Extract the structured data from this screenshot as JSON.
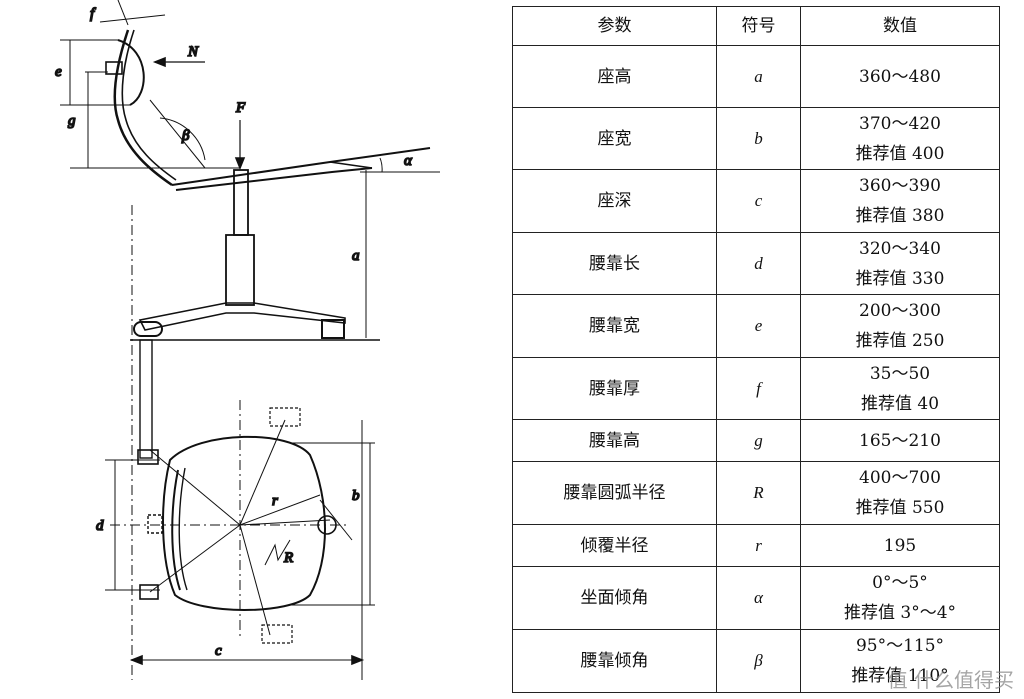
{
  "diagram": {
    "labels": {
      "f": "f",
      "e": "e",
      "N": "N",
      "g": "g",
      "beta": "β",
      "F": "F",
      "alpha": "α",
      "a": "a",
      "d": "d",
      "r": "r",
      "R": "R",
      "b": "b",
      "c": "c"
    }
  },
  "table": {
    "headers": [
      "参数",
      "符号",
      "数值"
    ],
    "rows": [
      {
        "param": "座高",
        "symbol": "a",
        "value": [
          "360～480"
        ]
      },
      {
        "param": "座宽",
        "symbol": "b",
        "value": [
          "370～420",
          "推荐值 400"
        ]
      },
      {
        "param": "座深",
        "symbol": "c",
        "value": [
          "360～390",
          "推荐值 380"
        ]
      },
      {
        "param": "腰靠长",
        "symbol": "d",
        "value": [
          "320～340",
          "推荐值 330"
        ]
      },
      {
        "param": "腰靠宽",
        "symbol": "e",
        "value": [
          "200～300",
          "推荐值 250"
        ]
      },
      {
        "param": "腰靠厚",
        "symbol": "f",
        "value": [
          "35～50",
          "推荐值 40"
        ]
      },
      {
        "param": "腰靠高",
        "symbol": "g",
        "value": [
          "165～210"
        ]
      },
      {
        "param": "腰靠圆弧半径",
        "symbol": "R",
        "value": [
          "400～700",
          "推荐值 550"
        ]
      },
      {
        "param": "倾覆半径",
        "symbol": "r",
        "value": [
          "195"
        ]
      },
      {
        "param": "坐面倾角",
        "symbol": "α",
        "value": [
          "0°～5°",
          "推荐值 3°～4°"
        ]
      },
      {
        "param": "腰靠倾角",
        "symbol": "β",
        "value": [
          "95°～115°",
          "推荐值 110°"
        ]
      }
    ]
  },
  "watermark": "值 什么值得买"
}
